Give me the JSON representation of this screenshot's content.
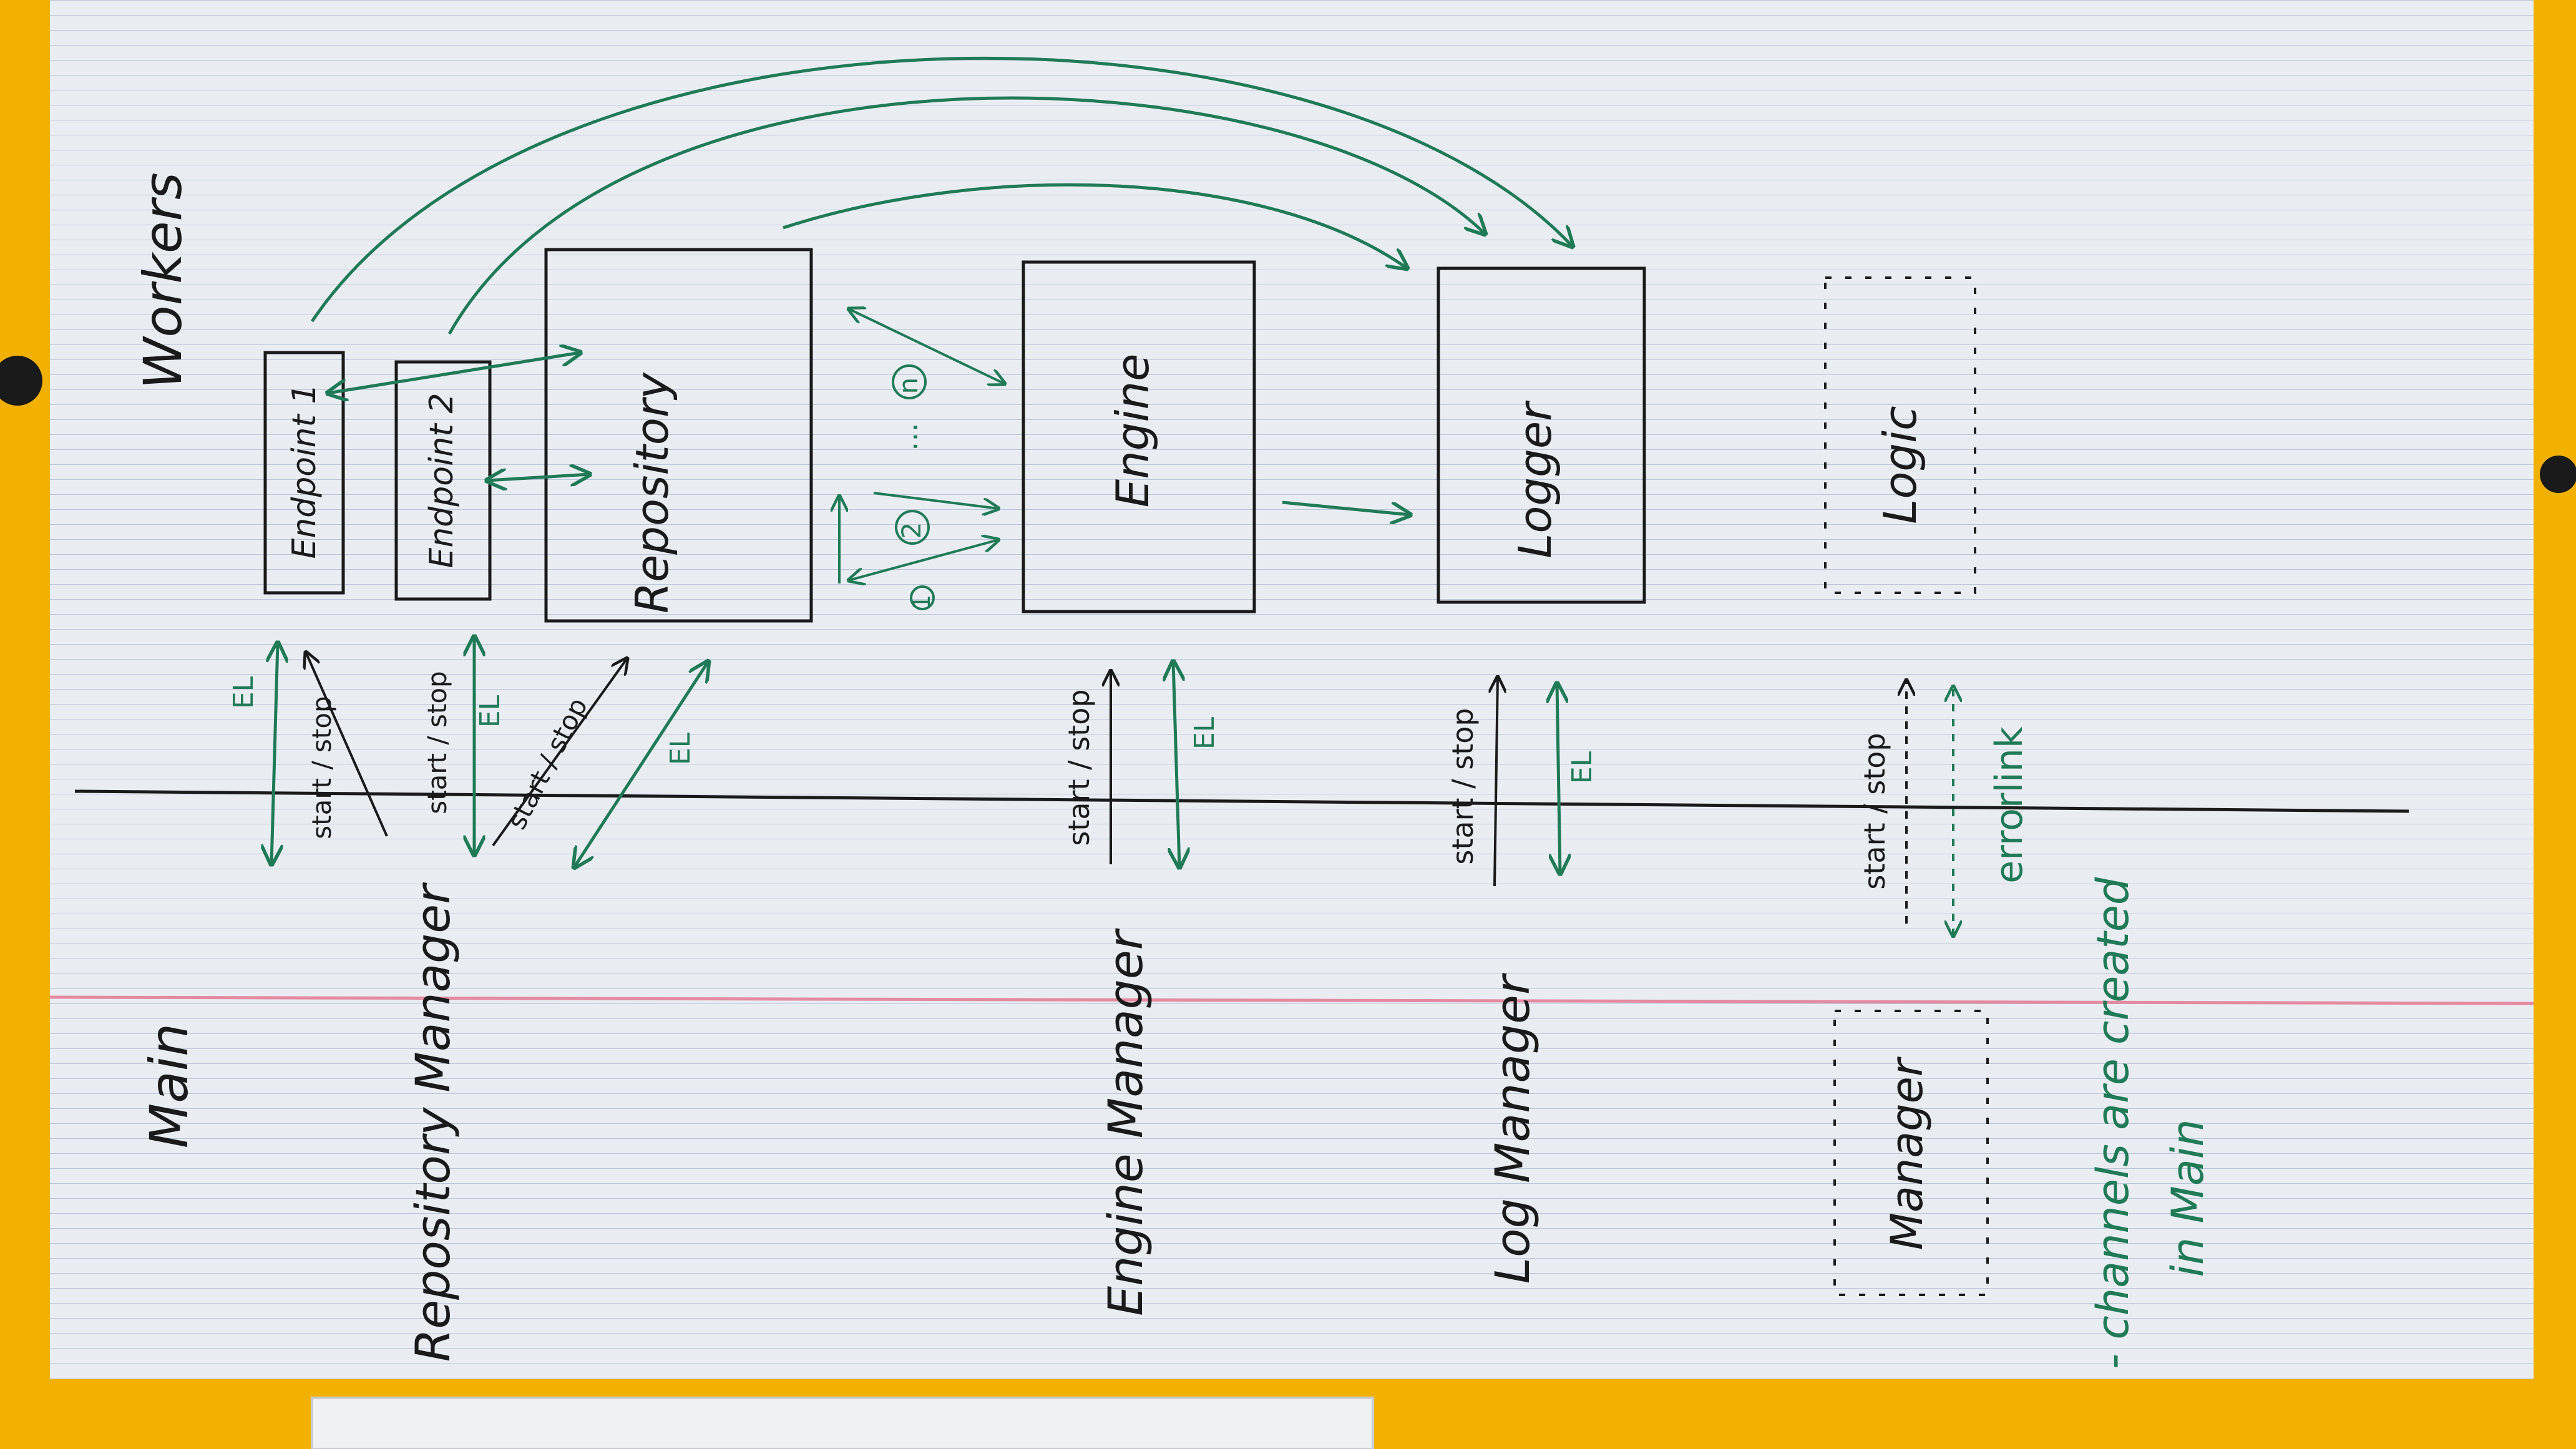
{
  "colors": {
    "folder": "#f2b100",
    "paper": "#e9edf2",
    "rule_line": "#9fb0cc",
    "margin_line": "#e48aa0",
    "ink_black": "#1a1a1a",
    "ink_green": "#1f7a55"
  },
  "headings": {
    "main": "Main",
    "workers": "Workers"
  },
  "managers": {
    "repository": "Repository Manager",
    "engine": "Engine Manager",
    "log": "Log Manager",
    "generic": "Manager"
  },
  "boxes": {
    "endpoint1": "Endpoint 1",
    "endpoint2": "Endpoint 2",
    "repository": "Repository",
    "engine": "Engine",
    "logger": "Logger",
    "logic": "Logic"
  },
  "engine_workers": {
    "first": "1",
    "second": "2",
    "ellipsis": "...",
    "last": "n"
  },
  "arrow_labels": {
    "start_stop": "start / stop",
    "el": "EL",
    "errorlink": "errorlink"
  },
  "note": {
    "line1": "- channels are created",
    "line2": "in Main"
  }
}
